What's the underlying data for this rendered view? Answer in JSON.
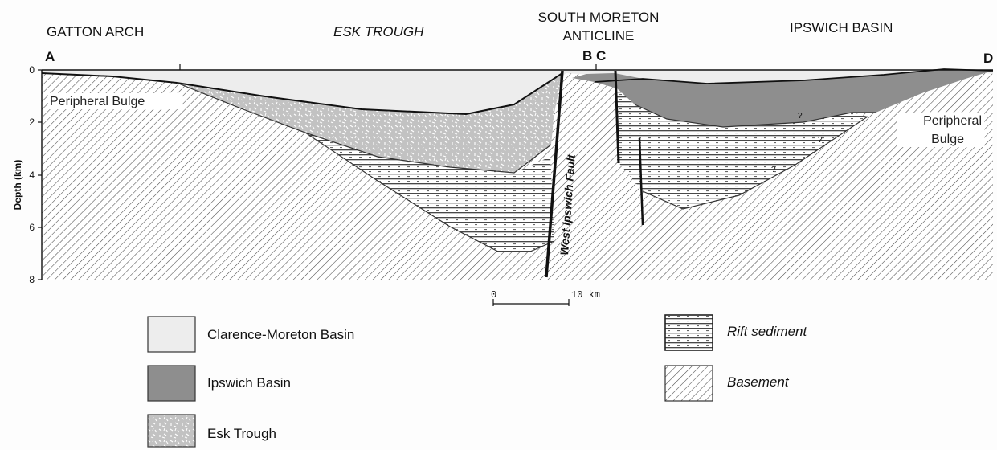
{
  "regions": {
    "gatton_arch": "GATTON ARCH",
    "esk_trough": "ESK TROUGH",
    "south_moreton_line1": "SOUTH MORETON",
    "south_moreton_line2": "ANTICLINE",
    "ipswich_basin": "IPSWICH BASIN"
  },
  "section_points": {
    "a": "A",
    "bc": "B C",
    "d": "D"
  },
  "depth_axis": {
    "label": "Depth (km)",
    "ticks": [
      "0",
      "2",
      "4",
      "6",
      "8"
    ]
  },
  "annotations": {
    "peripheral_bulge_left": "Peripheral Bulge",
    "peripheral_bulge_right_line1": "Peripheral",
    "peripheral_bulge_right_line2": "Bulge",
    "fault_label": "West Ipswich Fault",
    "question_mark": "?"
  },
  "scale_bar": {
    "start": "0",
    "end": "10 km"
  },
  "legend": {
    "clarence_moreton": "Clarence-Moreton Basin",
    "ipswich_basin": "Ipswich Basin",
    "esk_trough": "Esk Trough",
    "rift_sediment": "Rift sediment",
    "basement": "Basement"
  },
  "colors": {
    "clarence_moreton": "#ededed",
    "ipswich_basin": "#8e8e8e",
    "esk_trough": "#c4c4c4",
    "rift_sediment": "#ffffff",
    "basement": "#ffffff"
  }
}
